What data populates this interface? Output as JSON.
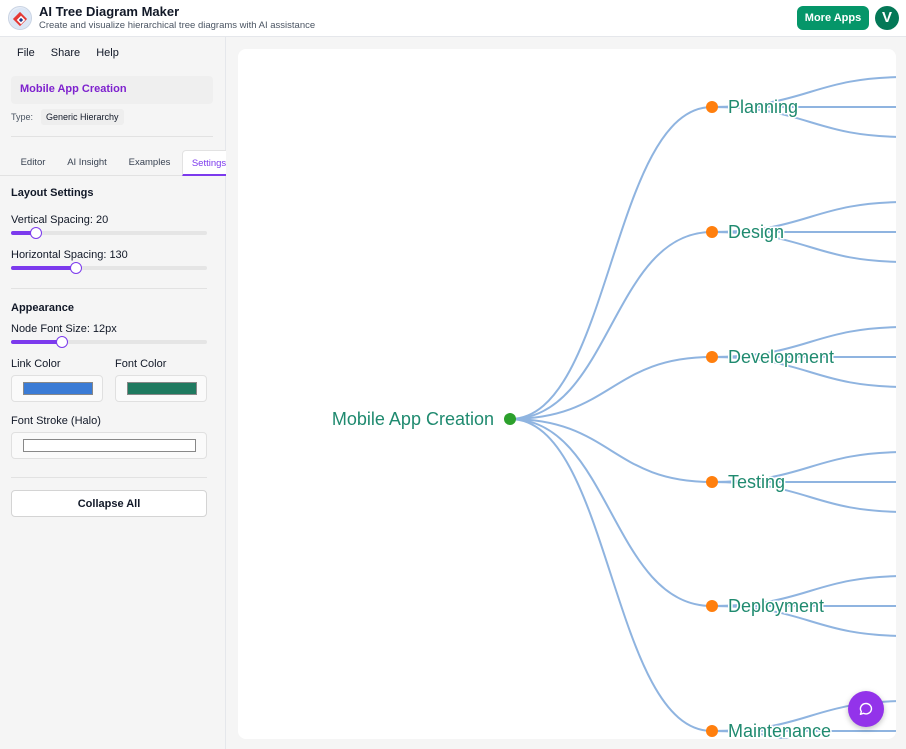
{
  "header": {
    "title": "AI Tree Diagram Maker",
    "subtitle": "Create and visualize hierarchical tree diagrams with AI assistance",
    "more_apps": "More Apps",
    "avatar_letter": "V"
  },
  "menu": {
    "file": "File",
    "share": "Share",
    "help": "Help"
  },
  "diagram": {
    "name": "Mobile App Creation",
    "type_label": "Type:",
    "type_value": "Generic Hierarchy"
  },
  "tabs": [
    {
      "label": "Editor",
      "active": false
    },
    {
      "label": "AI Insight",
      "active": false
    },
    {
      "label": "Examples",
      "active": false
    },
    {
      "label": "Settings",
      "active": true
    }
  ],
  "settings": {
    "layout_title": "Layout Settings",
    "vertical_spacing_label": "Vertical Spacing: 20",
    "vertical_spacing_fraction": 0.13,
    "horizontal_spacing_label": "Horizontal Spacing: 130",
    "horizontal_spacing_fraction": 0.33,
    "appearance_title": "Appearance",
    "node_font_label": "Node Font Size: 12px",
    "node_font_fraction": 0.26,
    "link_color_label": "Link Color",
    "link_color": "#3a7bd5",
    "font_color_label": "Font Color",
    "font_color": "#1f7a60",
    "font_stroke_label": "Font Stroke (Halo)",
    "font_stroke_color": "#ffffff",
    "collapse_all": "Collapse All"
  },
  "tree": {
    "root": "Mobile App Creation",
    "root_color": "#2ca02c",
    "child_color": "#ff7f0e",
    "link_color": "#8fb4e0",
    "children": [
      "Planning",
      "Design",
      "Development",
      "Testing",
      "Deployment",
      "Maintenance"
    ]
  }
}
